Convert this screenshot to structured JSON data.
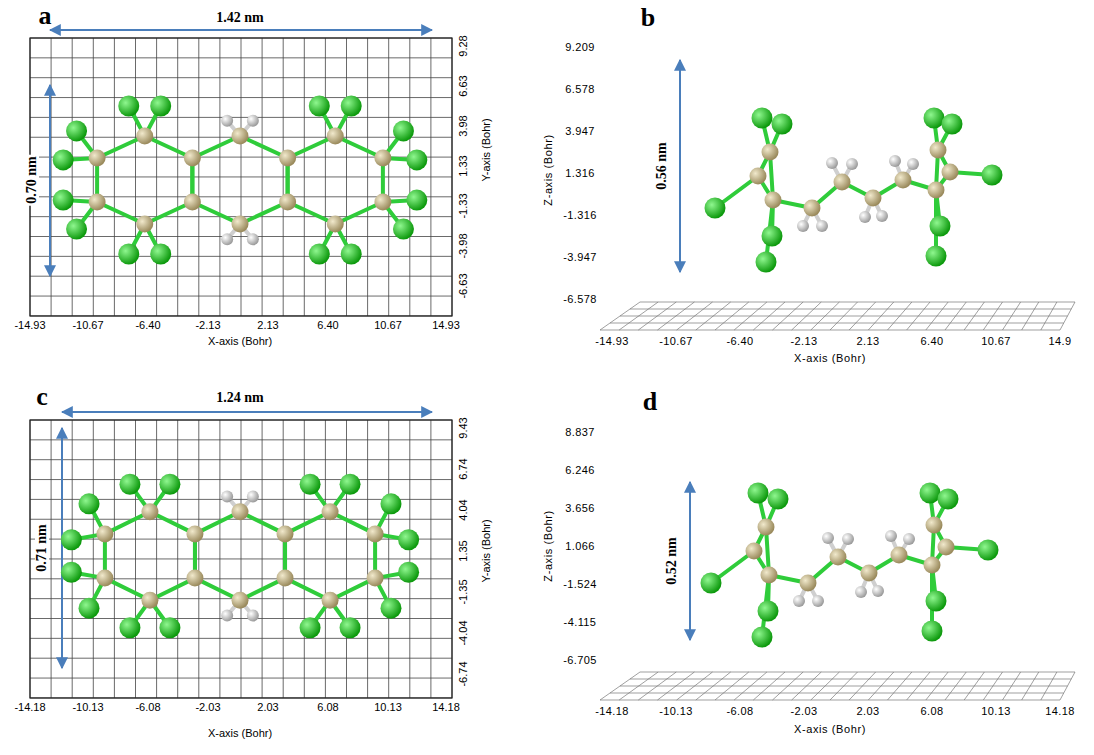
{
  "diagram": {
    "labels": [
      "a",
      "1.42 nm",
      "0.70 nm",
      "9.28",
      "6.63",
      "3.98",
      "1.33",
      "-1.33",
      "-3.98",
      "-6.63",
      "Y-axis (Bohr)",
      "-14.93",
      "-10.67",
      "-6.40",
      "-2.13",
      "2.13",
      "6.40",
      "10.67",
      "14.93",
      "X-axis (Bohr)",
      "b",
      "9.209",
      "6.578",
      "3.947",
      "1.316",
      "-1.316",
      "-3.947",
      "-6.578",
      "Z-axis (Bohr)",
      "0.56 nm",
      "-14.93",
      "-10.67",
      "-6.40",
      "-2.13",
      "2.13",
      "6.40",
      "10.67",
      "14.9",
      "X-axis (Bohr)",
      "c",
      "1.24 nm",
      "0.71 nm",
      "9.43",
      "6.74",
      "4.04",
      "1.35",
      "-1.35",
      "-4.04",
      "-6.74",
      "Y-axis (Bohr)",
      "-14.18",
      "-10.13",
      "-6.08",
      "-2.03",
      "2.03",
      "6.08",
      "10.13",
      "14.18",
      "X-axis (Bohr)",
      "d",
      "8.837",
      "6.246",
      "3.656",
      "1.066",
      "-1.524",
      "-4.115",
      "-6.705",
      "Z-axis (Bohr)",
      "0.52 nm",
      "-14.18",
      "-10.13",
      "-6.08",
      "-2.03",
      "2.03",
      "6.08",
      "10.13",
      "14.18",
      "X-axis (Bohr)"
    ]
  }
}
